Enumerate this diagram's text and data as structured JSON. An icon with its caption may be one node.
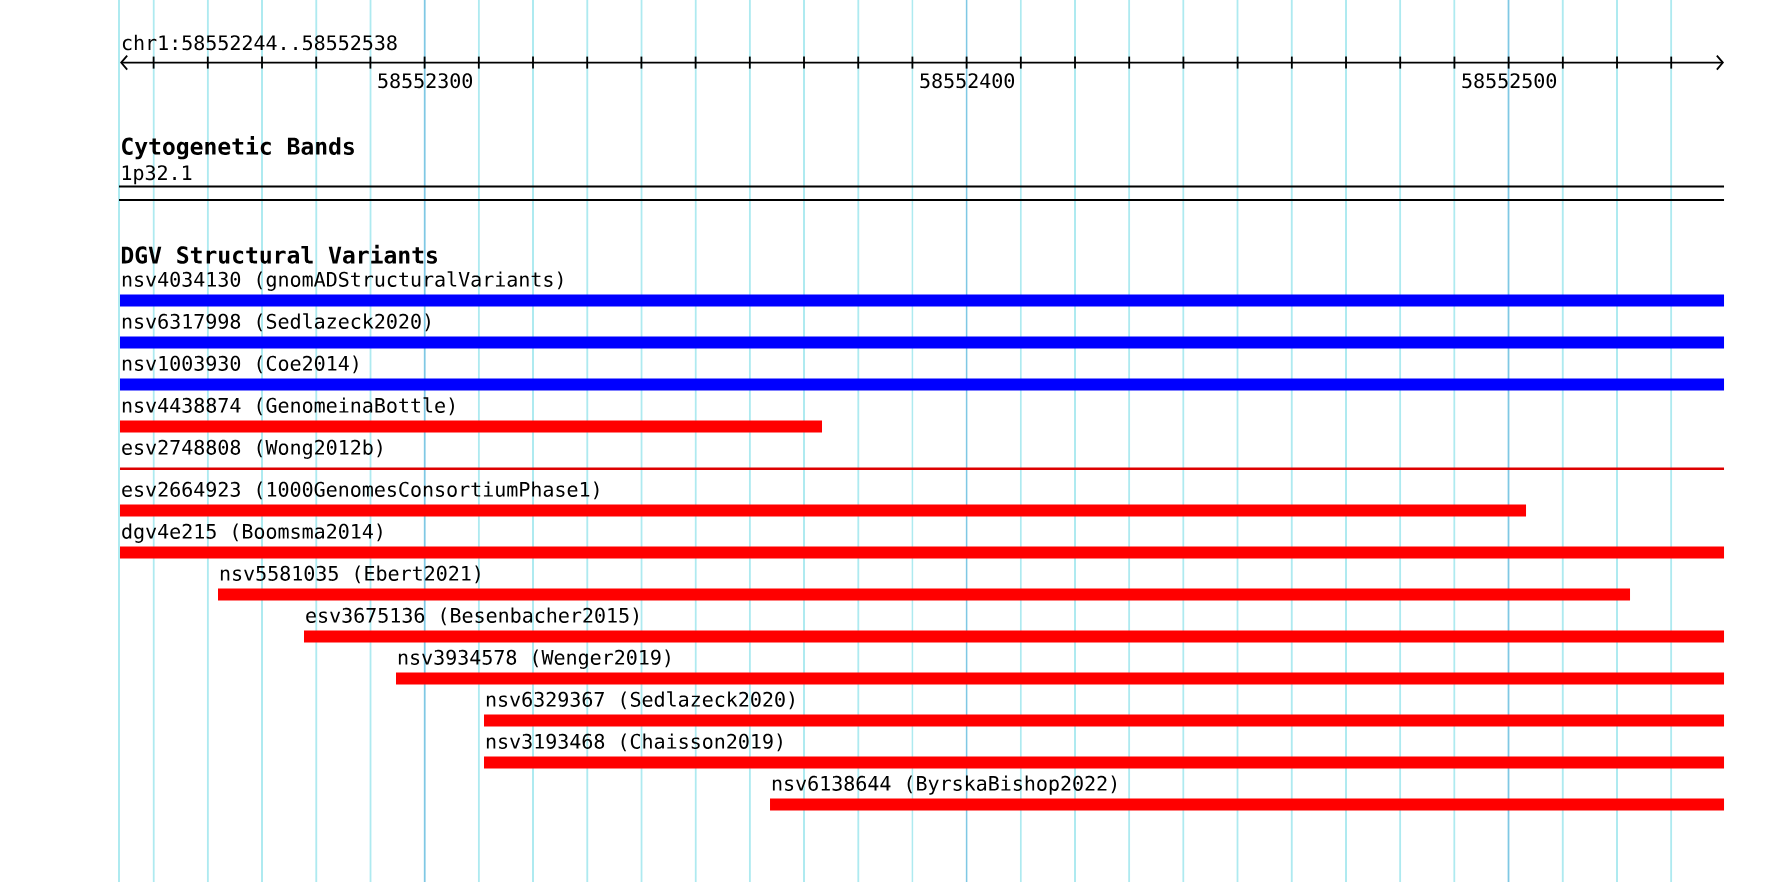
{
  "diagram": {
    "nodes": [
      {
        "text": [
          "1p32.1"
        ]
      },
      {
        "text": [
          "nsv4034130 (gnomADStructuralVariants)"
        ]
      },
      {
        "text": [
          "nsv6317998 (Sedlazeck2020)"
        ]
      },
      {
        "text": [
          "nsv1003930 (Coe2014)"
        ]
      },
      {
        "text": [
          "nsv4438874 (GenomeinaBottle)"
        ]
      },
      {
        "text": [
          "esv2748808 (Wong2012b)"
        ]
      },
      {
        "text": [
          "esv2664923 (1000GenomesConsortiumPhase1)"
        ]
      },
      {
        "text": [
          "dgv4e215 (Boomsma2014)"
        ]
      },
      {
        "text": [
          "nsv5581035 (Ebert2021)"
        ]
      },
      {
        "text": [
          "esv3675136 (Besenbacher2015)"
        ]
      },
      {
        "text": [
          "nsv3934578 (Wenger2019)"
        ]
      },
      {
        "text": [
          "nsv6329367 (Sedlazeck2020)"
        ]
      },
      {
        "text": [
          "nsv3193468 (Chaisson2019)"
        ]
      },
      {
        "text": [
          "nsv6138644 (ByrskaBishop2022)"
        ]
      }
    ],
    "labels": [
      "chr1:58552244..58552538",
      "58552300",
      "58552400",
      "58552500",
      "Cytogenetic Bands",
      "DGV Structural Variants"
    ]
  }
}
